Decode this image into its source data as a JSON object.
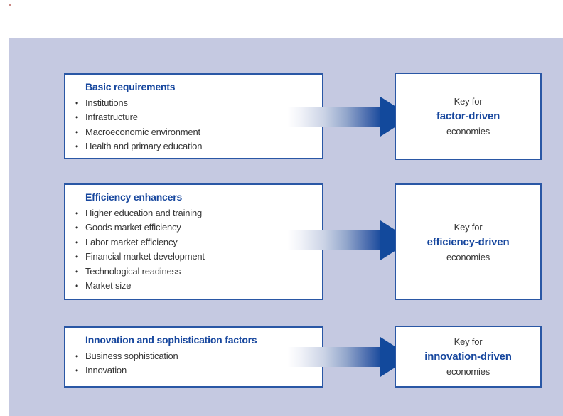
{
  "page": {
    "background": "#ffffff",
    "panel_color": "#c5c9e1",
    "accent_blue": "#17479e",
    "arrow_blue": "#12499c",
    "border_blue": "#2a57a5",
    "text_color": "#363636",
    "corner_mark_color": "#c98884",
    "bullet_glyph": "•"
  },
  "rows": [
    {
      "pillar": {
        "title": "Basic requirements",
        "items": [
          "Institutions",
          "Infrastructure",
          "Macroeconomic environment",
          "Health and primary education"
        ]
      },
      "key": {
        "prefix": "Key for",
        "stage": "factor-driven",
        "suffix": "economies"
      }
    },
    {
      "pillar": {
        "title": "Efficiency enhancers",
        "items": [
          "Higher education and training",
          "Goods market efficiency",
          "Labor market efficiency",
          "Financial market development",
          "Technological readiness",
          "Market size"
        ]
      },
      "key": {
        "prefix": "Key for",
        "stage": "efficiency-driven",
        "suffix": "economies"
      }
    },
    {
      "pillar": {
        "title": "Innovation and sophistication factors",
        "items": [
          "Business sophistication",
          "Innovation"
        ]
      },
      "key": {
        "prefix": "Key for",
        "stage": "innovation-driven",
        "suffix": "economies"
      }
    }
  ]
}
